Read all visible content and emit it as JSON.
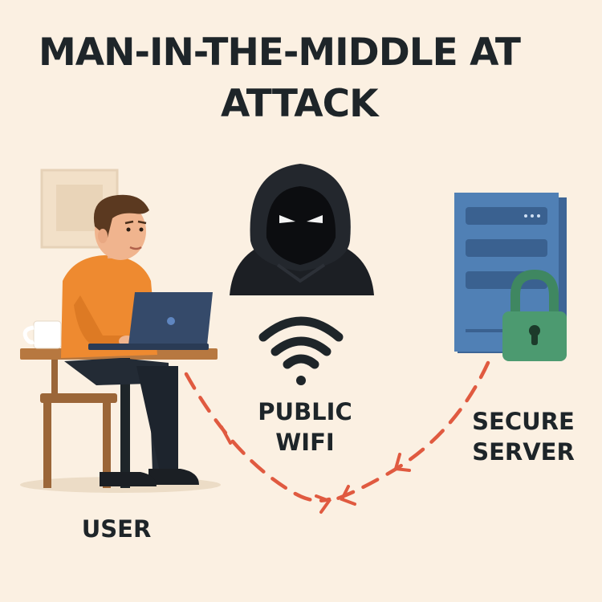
{
  "title": {
    "line1": "MAN-IN-THE-MIDDLE AT",
    "line2": "ATTACK"
  },
  "labels": {
    "user": "USER",
    "public_wifi": [
      "PUBLIC",
      "WIFI"
    ],
    "secure_server": [
      "SECURE",
      "SERVER"
    ]
  },
  "colors": {
    "background": "#fbf0e2",
    "text": "#1e2529",
    "attack_path": "#e05a40",
    "shirt": "#ee8a30",
    "server": "#4f7ab0",
    "lock": "#4c9a70",
    "hacker": "#1c1f24"
  },
  "icons": [
    "hooded-hacker-icon",
    "wifi-icon",
    "server-icon",
    "padlock-icon",
    "laptop-icon",
    "coffee-mug-icon"
  ]
}
